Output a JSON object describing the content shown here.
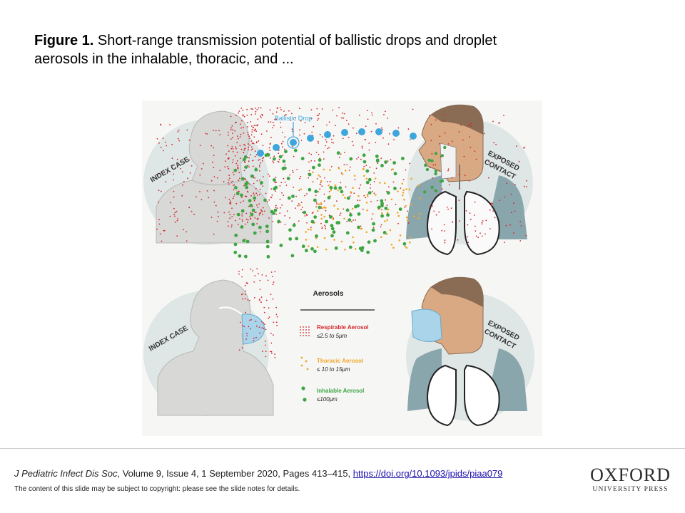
{
  "caption": {
    "label": "Figure 1.",
    "text": " Short-range transmission potential of ballistic drops and droplet aerosols in the inhalable, thoracic, and ..."
  },
  "figure": {
    "ballistic_label": "Ballistic Drop",
    "index_case_top": "INDEX CASE",
    "index_case_bottom": "INDEX CASE",
    "exposed_top_1": "EXPOSED",
    "exposed_top_2": "CONTACT",
    "exposed_bottom_1": "EXPOSED",
    "exposed_bottom_2": "CONTACT",
    "legend": {
      "title": "Aerosols",
      "items": [
        {
          "name": "Respirable Aerosol",
          "range": "≤2.5 to 5μm",
          "color": "#d6262b"
        },
        {
          "name": "Thoracic Aerosol",
          "range": "≤ 10 to 15μm",
          "color": "#f0a62a"
        },
        {
          "name": "Inhalable Aerosol",
          "range": "≤100μm",
          "color": "#3fa543"
        }
      ]
    },
    "colors": {
      "respirable": "#d6262b",
      "thoracic": "#f0a62a",
      "inhalable": "#3fa543",
      "ballistic": "#3ea6dc",
      "circle": "#dfe6e6"
    }
  },
  "citation": {
    "journal": "J Pediatric Infect Dis Soc",
    "details": ", Volume 9, Issue 4, 1 September 2020, Pages 413–415, ",
    "doi": "https://doi.org/10.1093/jpids/piaa079"
  },
  "copyright": "The content of this slide may be subject to copyright: please see the slide notes for details.",
  "logo": {
    "line1": "OXFORD",
    "line2": "UNIVERSITY PRESS"
  }
}
